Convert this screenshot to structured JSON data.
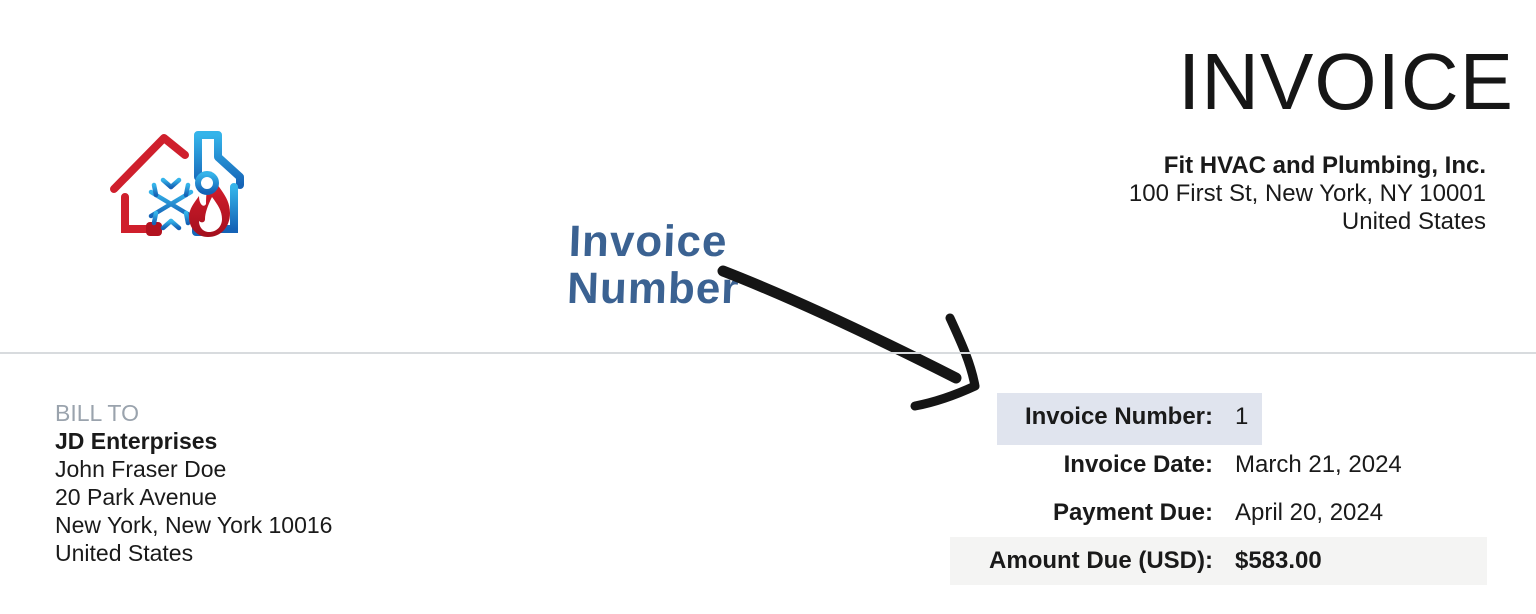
{
  "header": {
    "title": "INVOICE",
    "company": {
      "name": "Fit HVAC and Plumbing, Inc.",
      "address_line1": "100 First St, New York, NY 10001",
      "address_line2": "United States"
    },
    "logo": "hvac-house-logo"
  },
  "annotation": {
    "line1": "Invoice",
    "line2": "Number",
    "arrow": "hand-drawn-arrow pointing to invoice number field",
    "color": "#3b6292"
  },
  "bill_to": {
    "heading": "BILL TO",
    "company": "JD Enterprises",
    "contact": "John Fraser Doe",
    "address_line1": "20 Park Avenue",
    "address_line2": "New York, New York 10016",
    "address_line3": "United States"
  },
  "invoice_meta": {
    "rows": [
      {
        "label": "Invoice Number:",
        "value": "1",
        "highlighted": true
      },
      {
        "label": "Invoice Date:",
        "value": "March 21, 2024",
        "highlighted": false
      },
      {
        "label": "Payment Due:",
        "value": "April 20, 2024",
        "highlighted": false
      },
      {
        "label": "Amount Due (USD):",
        "value": "$583.00",
        "shaded": true
      }
    ]
  },
  "colors": {
    "highlight_box": "#e0e4ee",
    "amount_row_bg": "#f4f4f3",
    "divider": "#d8dbde",
    "muted_text": "#9aa3ad",
    "annotation_blue": "#3b6292",
    "logo_red": "#cf1f2c",
    "logo_blue": "#1e9cd8",
    "arrow_black": "#151515"
  }
}
